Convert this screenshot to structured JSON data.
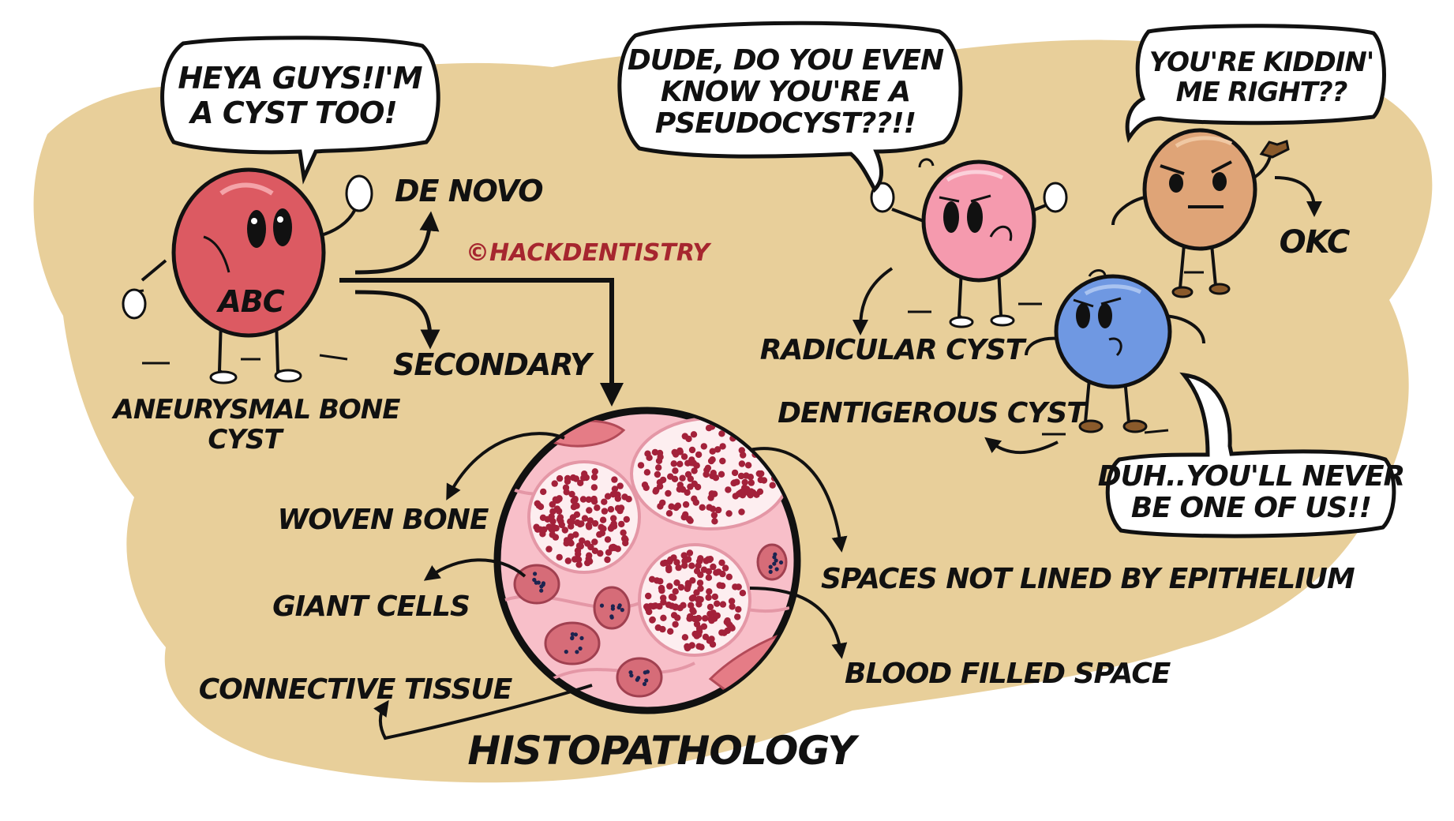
{
  "colors": {
    "background_blob": "#e8cf9a",
    "abc_cyst": "#dc5a62",
    "radicular_cyst": "#f59aae",
    "okc": "#dfa477",
    "dentigerous_cyst": "#6f98e2",
    "histo_tissue": "#f8bfc9",
    "blood": "#a3213a",
    "watermark": "#a6262f"
  },
  "speech": {
    "abc_line1": "HEYA GUYS!I'M",
    "abc_line2": "A CYST TOO!",
    "radicular_line1": "DUDE, DO YOU EVEN",
    "radicular_line2": "KNOW YOU'RE A",
    "radicular_line3": "PSEUDOCYST??!!",
    "okc_line1": "YOU'RE KIDDIN'",
    "okc_line2": "ME RIGHT??",
    "dentigerous_line1": "DUH..YOU'LL NEVER",
    "dentigerous_line2": "BE ONE OF US!!"
  },
  "characters": {
    "abc_badge": "ABC",
    "abc_name_line1": "ANEURYSMAL BONE",
    "abc_name_line2": "CYST",
    "radicular_name": "RADICULAR CYST",
    "okc_name": "OKC",
    "dentigerous_name": "DENTIGEROUS CYST"
  },
  "types": {
    "de_novo": "DE NOVO",
    "secondary": "SECONDARY"
  },
  "watermark": "©HACKDENTISTRY",
  "histopathology": {
    "title": "HISTOPATHOLOGY",
    "woven_bone": "WOVEN BONE",
    "giant_cells": "GIANT CELLS",
    "connective_tissue": "CONNECTIVE TISSUE",
    "spaces_not_lined": "SPACES NOT LINED BY EPITHELIUM",
    "blood_filled_space": "BLOOD FILLED SPACE"
  }
}
